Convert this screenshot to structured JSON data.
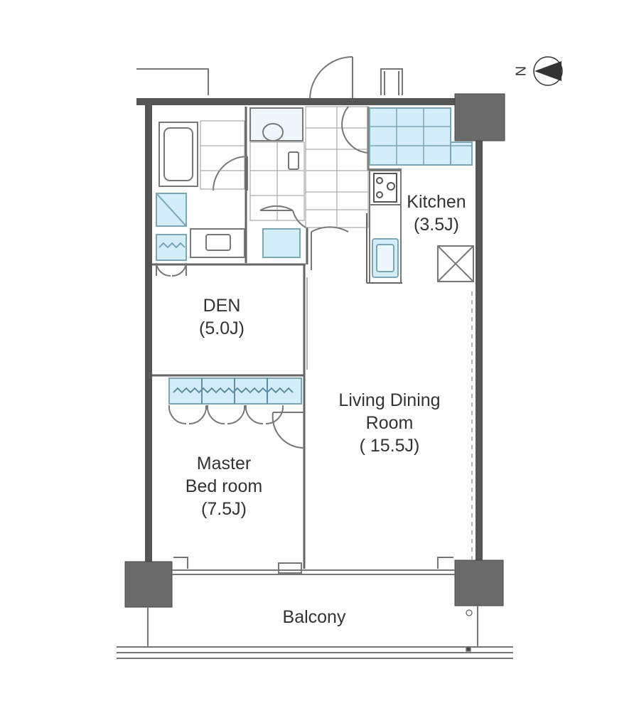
{
  "rooms": {
    "kitchen": {
      "name": "Kitchen",
      "size": "(3.5J)"
    },
    "den": {
      "name": "DEN",
      "size": "(5.0J)"
    },
    "living": {
      "name_line1": "Living Dining",
      "name_line2": "Room",
      "size": "( 15.5J)"
    },
    "master": {
      "name_line1": "Master",
      "name_line2": "Bed room",
      "size": "(7.5J)"
    },
    "balcony": {
      "name": "Balcony"
    }
  },
  "compass": {
    "letter": "N"
  },
  "colors": {
    "wall": "#555555",
    "column": "#6b6b6b",
    "fixture_fill": "#d3eef8",
    "fixture_line": "#7aa6b6",
    "line": "#777777",
    "text": "#333333"
  }
}
